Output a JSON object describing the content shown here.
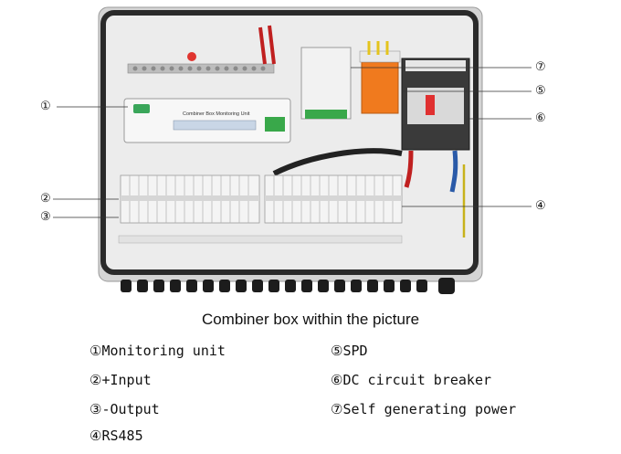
{
  "photo": {
    "monitoring_unit_label": "Combiner Box Monitoring Unit",
    "colors": {
      "enclosure": "#cfcfcf",
      "backplate": "#eeeeee",
      "rim": "#2a2a2a",
      "spd": "#f07a1e",
      "breaker": "#3a3a3a",
      "cable_red": "#c02020",
      "cable_blue": "#2a5aa8",
      "fuse_body": "#f4f4f4"
    }
  },
  "callouts": {
    "c1": "①",
    "c2": "②",
    "c3": "③",
    "c4": "④",
    "c5": "⑤",
    "c6": "⑥",
    "c7": "⑦"
  },
  "caption": "Combiner box within the picture",
  "legend": [
    {
      "marker": "①",
      "text": "Monitoring unit"
    },
    {
      "marker": "②",
      "text": "+Input"
    },
    {
      "marker": "③",
      "text": "-Output"
    },
    {
      "marker": "④",
      "text": "RS485"
    },
    {
      "marker": "⑤",
      "text": "SPD"
    },
    {
      "marker": "⑥",
      "text": "DC circuit breaker"
    },
    {
      "marker": "⑦",
      "text": "Self generating power"
    }
  ]
}
